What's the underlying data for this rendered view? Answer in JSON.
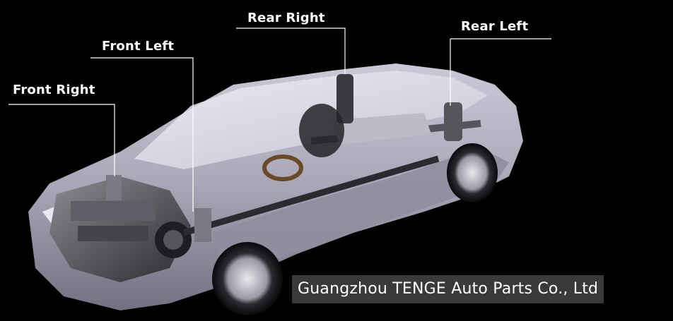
{
  "callouts": {
    "front_right": "Front Right",
    "front_left": "Front Left",
    "rear_right": "Rear Right",
    "rear_left": "Rear Left"
  },
  "company_banner": "Guangzhou TENGE Auto Parts Co., Ltd",
  "colors": {
    "background": "#000000",
    "body": "#b9b7c7",
    "banner": "#3a3a3a",
    "text": "#ffffff"
  }
}
